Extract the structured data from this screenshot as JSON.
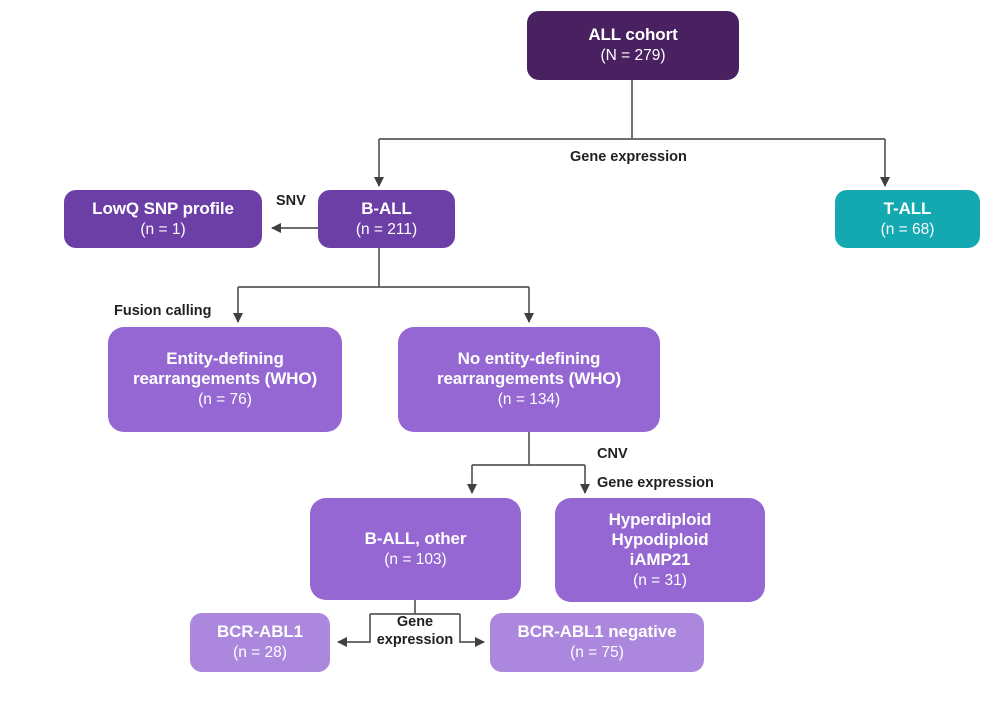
{
  "diagram": {
    "title": "ALL cohort stratification flowchart",
    "palette": {
      "dark_purple": "#4a2160",
      "mid_purple": "#6b3fa6",
      "light_purple": "#9467d3",
      "lighter_purple": "#ab88dd",
      "teal": "#14a8b0",
      "connector": "#58595b",
      "label_text": "#231f20",
      "node_text": "#ffffff",
      "background": "#ffffff"
    },
    "nodes": [
      {
        "id": "all-cohort",
        "label": "ALL cohort",
        "count": "(N = 279)"
      },
      {
        "id": "b-all",
        "label": "B-ALL",
        "count": "(n = 211)"
      },
      {
        "id": "t-all",
        "label": "T-ALL",
        "count": "(n = 68)"
      },
      {
        "id": "lowq-snp",
        "label": "LowQ SNP profile",
        "count": "(n = 1)"
      },
      {
        "id": "entity-defining",
        "label": "Entity-defining rearrangements (WHO)",
        "count": "(n = 76)"
      },
      {
        "id": "no-entity",
        "label": "No entity-defining rearrangements (WHO)",
        "count": "(n = 134)"
      },
      {
        "id": "b-all-other",
        "label": "B-ALL, other",
        "count": "(n = 103)"
      },
      {
        "id": "ploidy",
        "label": "Hyperdiploid Hypodiploid iAMP21",
        "count": "(n = 31)"
      },
      {
        "id": "bcr-abl1",
        "label": "BCR-ABL1",
        "count": "(n = 28)"
      },
      {
        "id": "bcr-abl1-neg",
        "label": "BCR-ABL1 negative",
        "count": "(n = 75)"
      }
    ],
    "node_label_lines": {
      "entity_defining_line1": "Entity-defining",
      "entity_defining_line2": "rearrangements (WHO)",
      "no_entity_line1": "No entity-defining",
      "no_entity_line2": "rearrangements (WHO)",
      "ploidy_line1": "Hyperdiploid",
      "ploidy_line2": "Hypodiploid",
      "ploidy_line3": "iAMP21"
    },
    "edge_labels": {
      "gene_expression_top": "Gene expression",
      "snv": "SNV",
      "fusion_calling": "Fusion calling",
      "cnv": "CNV",
      "cnv_gene_expression": "Gene expression",
      "gene_expression_bottom_line1": "Gene",
      "gene_expression_bottom_line2": "expression"
    }
  }
}
